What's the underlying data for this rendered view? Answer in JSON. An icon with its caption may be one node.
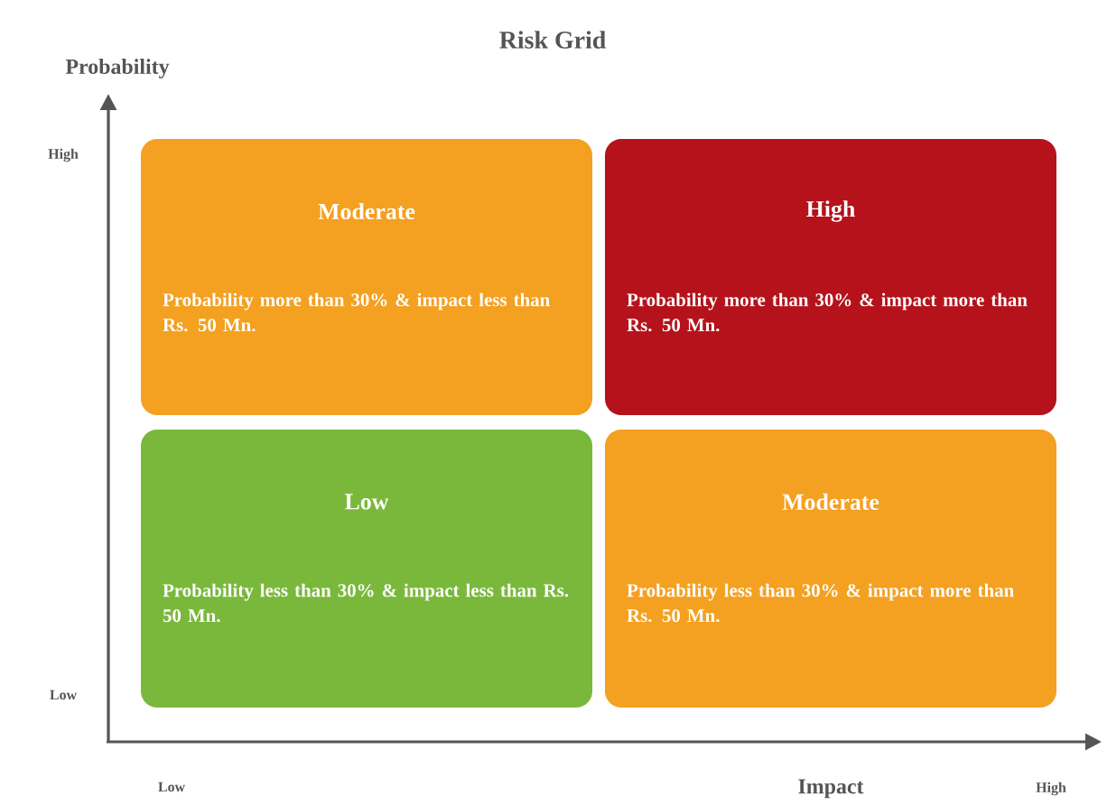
{
  "diagram": {
    "title": "Risk Grid",
    "nodes": [
      {
        "text": [
          "Moderate",
          "Probability more than 30% & impact less than Rs. 50 Mn."
        ]
      },
      {
        "text": [
          "High",
          "Probability more than 30% & impact more than Rs. 50 Mn."
        ]
      },
      {
        "text": [
          "Low",
          "Probability less than 30% & impact less than Rs. 50 Mn."
        ]
      },
      {
        "text": [
          "Moderate",
          "Probability less than 30% & impact more than Rs. 50 Mn."
        ]
      }
    ],
    "labels": [
      "Probability",
      "High",
      "Low",
      "Low",
      "Impact",
      "High"
    ]
  }
}
